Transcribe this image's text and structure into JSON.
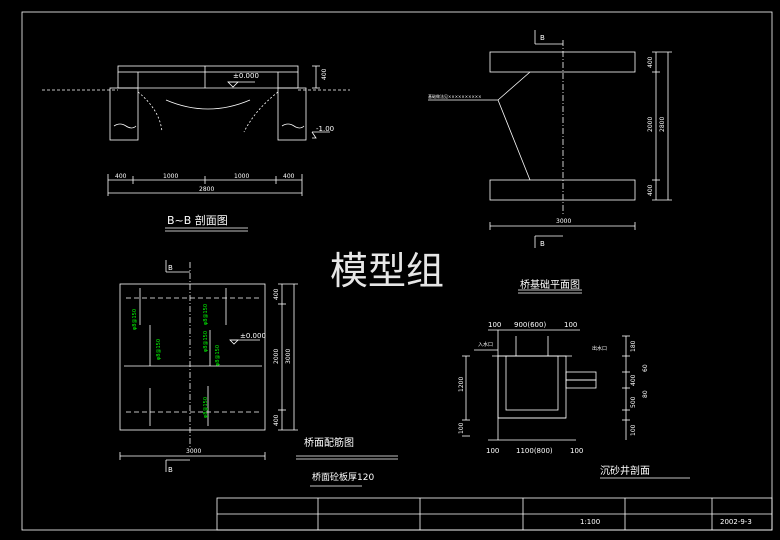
{
  "watermark": "模型组",
  "colors": {
    "background": "#000000",
    "line": "#ffffff",
    "rebar_label": "#00ff00",
    "watermark": "#e6e6e6"
  },
  "section_bb": {
    "title": "B~B 剖面图",
    "elevation_top": "±0.000",
    "elevation_bottom": "-1.00",
    "dim_height": "400",
    "dims": [
      "400",
      "1000",
      "1000",
      "400"
    ],
    "total": "2800"
  },
  "foundation_plan": {
    "title": "桥基础平面图",
    "section_mark": "B",
    "note": "基础做法见××××××××××",
    "dims_v": [
      "400",
      "2000",
      "400"
    ],
    "total_v": "2800",
    "total_h": "3000"
  },
  "deck_rebar": {
    "title": "桥面配筋图",
    "subtitle": "桥面砼板厚120",
    "section_mark": "B",
    "elevation": "±0.000",
    "rebar_labels": [
      "φ8@150",
      "φ8@150",
      "φ8@150",
      "φ8@150",
      "φ8@150",
      "φ8@150"
    ],
    "dims_v": [
      "400",
      "2000",
      "400"
    ],
    "total_v": "3000",
    "total_h": "3000"
  },
  "sand_well": {
    "title": "沉砂井剖面",
    "top_dims": [
      "100",
      "900(600)",
      "100"
    ],
    "bottom_dims": [
      "100",
      "1100(800)",
      "100"
    ],
    "left_dims": [
      "1200",
      "100"
    ],
    "right_dims": [
      "180",
      "400",
      "60",
      "500",
      "80",
      "100"
    ],
    "label_left": "入水口",
    "label_right": "出水口"
  },
  "title_block": {
    "scale": "1:100",
    "date": "2002-9-3"
  }
}
